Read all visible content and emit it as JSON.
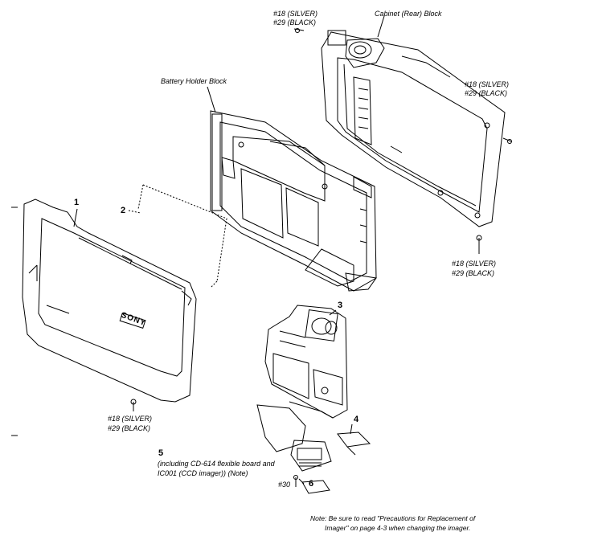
{
  "labels": {
    "cabinet_rear_block": "Cabinet (Rear) Block",
    "battery_holder_block": "Battery Holder Block",
    "screw_top_silver": "#18 (SILVER)",
    "screw_top_black": "#29 (BLACK)",
    "screw_right_silver": "#18 (SILVER)",
    "screw_right_black": "#29 (BLACK)",
    "screw_mid_silver": "#18 (SILVER)",
    "screw_mid_black": "#29 (BLACK)",
    "screw_bottom_silver": "#18 (SILVER)",
    "screw_bottom_black": "#29 (BLACK)",
    "screw_30": "#30",
    "part5_line1": "(including CD-614 flexible board and",
    "part5_line2": "IC001 (CCD imager)) (Note)"
  },
  "part_numbers": {
    "p1": "1",
    "p2": "2",
    "p3": "3",
    "p4": "4",
    "p5": "5",
    "p6": "6"
  },
  "logo_text": "SONY",
  "note": {
    "line1": "Note: Be sure to read \"Precautions for Replacement of",
    "line2": "Imager\" on page 4-3 when changing the imager."
  }
}
